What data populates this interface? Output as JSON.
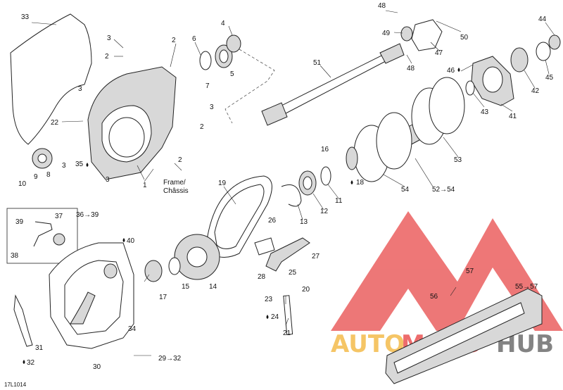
{
  "diagram_id": "17L1014",
  "frame_label": "Frame/\nChâssis",
  "watermark": {
    "part1": "AUTO",
    "part2": "MOTO",
    "part3": "HUB",
    "color1": "#f2b233",
    "color2": "#e83c3c",
    "color3": "#5a5a5a"
  },
  "callouts": {
    "c33": "33",
    "c3a": "3",
    "c2a": "2",
    "c2b": "2",
    "c6": "6",
    "c4": "4",
    "c48a": "48",
    "c49": "49",
    "c50": "50",
    "c47": "47",
    "c48b": "48",
    "c44": "44",
    "c7": "7",
    "c5": "5",
    "c51": "51",
    "c46": "46",
    "c45": "45",
    "c42": "42",
    "c3b": "3",
    "c3c": "3",
    "c2c": "2",
    "c43": "43",
    "c41": "41",
    "c22": "22",
    "c3d": "3",
    "c16": "16",
    "c53": "53",
    "c35": "35",
    "c9": "9",
    "c8": "8",
    "c10": "10",
    "c2d": "2",
    "c1": "1",
    "c18": "18",
    "c11": "11",
    "c54": "54",
    "c52": "52→54",
    "c3e": "3",
    "c19": "19",
    "c12": "12",
    "c13": "13",
    "c36": "36→39",
    "c39": "39",
    "c37": "37",
    "c38": "38",
    "c40": "40",
    "c26": "26",
    "c27": "27",
    "c25": "25",
    "c28": "28",
    "c23": "23",
    "c20": "20",
    "c15": "15",
    "c17": "17",
    "c14": "14",
    "c24": "24",
    "c21": "21",
    "c34": "34",
    "c31": "31",
    "c32": "32",
    "c30": "30",
    "c29": "29→32",
    "c57": "57",
    "c55": "55→57",
    "c56": "56"
  }
}
